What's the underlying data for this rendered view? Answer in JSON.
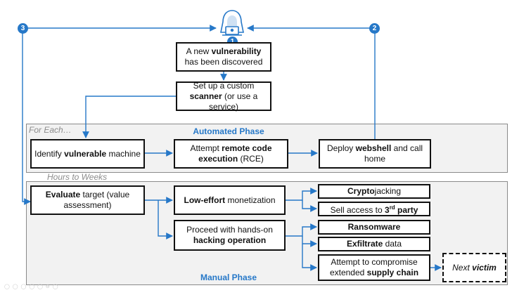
{
  "phases": {
    "automated": {
      "label": "For Each…",
      "title": "Automated Phase"
    },
    "manual": {
      "label": "Hours to Weeks",
      "title": "Manual Phase"
    }
  },
  "badges": {
    "one": "1",
    "two": "2",
    "three": "3"
  },
  "boxes": {
    "vulnerability": {
      "pre": "A new ",
      "bold": "vulnerability",
      "post": " has been discovered"
    },
    "scanner": {
      "pre": "Set up a custom ",
      "bold": "scanner",
      "post": " (or use a service)"
    },
    "identify": {
      "pre": "Identify ",
      "bold": "vulnerable",
      "post": " machine"
    },
    "rce": {
      "pre": "Attempt ",
      "bold": "remote code execution",
      "post": " (RCE)"
    },
    "webshell": {
      "pre": "Deploy ",
      "bold": "webshell",
      "post": " and call home"
    },
    "evaluate": {
      "pre": "",
      "bold": "Evaluate",
      "post": " target (value assessment)"
    },
    "monetization": {
      "pre": "",
      "bold": "Low-effort",
      "post": " monetization"
    },
    "handson": {
      "pre": "Proceed with hands-on ",
      "bold": "hacking operation",
      "post": ""
    },
    "cryptojacking": {
      "pre": "",
      "bold": "Crypto",
      "post": "jacking"
    },
    "sell": {
      "pre": "Sell access to ",
      "bold": "3",
      "sup": "rd",
      "bold2": " party"
    },
    "ransomware": {
      "pre": "",
      "bold": "Ransomware",
      "post": ""
    },
    "exfiltrate": {
      "pre": "",
      "bold": "Exfiltrate",
      "post": " data"
    },
    "supplychain": {
      "pre": "Attempt to compromise extended ",
      "bold": "supply chain",
      "post": ""
    },
    "nextvictim": {
      "pre": "Next ",
      "bold": "victim",
      "post": ""
    }
  },
  "colors": {
    "accent": "#2678c8",
    "box_border": "#111111",
    "phase_bg": "#f2f2f2"
  },
  "icons": {
    "hacker": "hooded-hacker-icon"
  }
}
